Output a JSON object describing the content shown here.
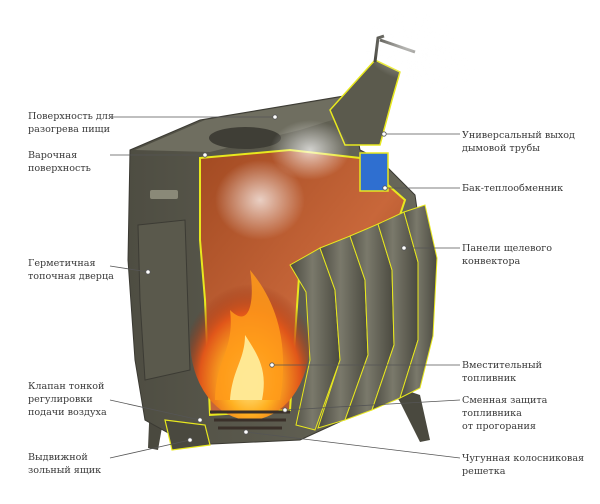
{
  "diagram": {
    "colors": {
      "body": "#5e5d4f",
      "body_dark": "#43423a",
      "body_light": "#79786a",
      "cut_edge": "#e8e81e",
      "firebox": "#b4572a",
      "firebox_light": "#d67c45",
      "flame": "#ff9a1a",
      "heat_exchanger": "#2f6fd0",
      "leader": "#555555",
      "text": "#3a3a3a"
    },
    "labels": {
      "heating_surface": "Поверхность для\nразогрева пищи",
      "cooking_surface": "Варочная\nповерхность",
      "sealed_door": "Герметичная\nтопочная дверца",
      "air_valve": "Клапан тонкой\nрегулировки\nподачи воздуха",
      "ash_drawer": "Выдвижной\nзольный ящик",
      "flue_outlet": "Универсальный выход\nдымовой трубы",
      "heat_exchanger_tank": "Бак-теплообменник",
      "convector_panels": "Панели щелевого\nконвектора",
      "fuel_chamber": "Вместительный\nтопливник",
      "burnout_protection": "Сменная защита\nтопливника\nот прогорания",
      "grate": "Чугунная колосниковая\nрешетка"
    }
  }
}
